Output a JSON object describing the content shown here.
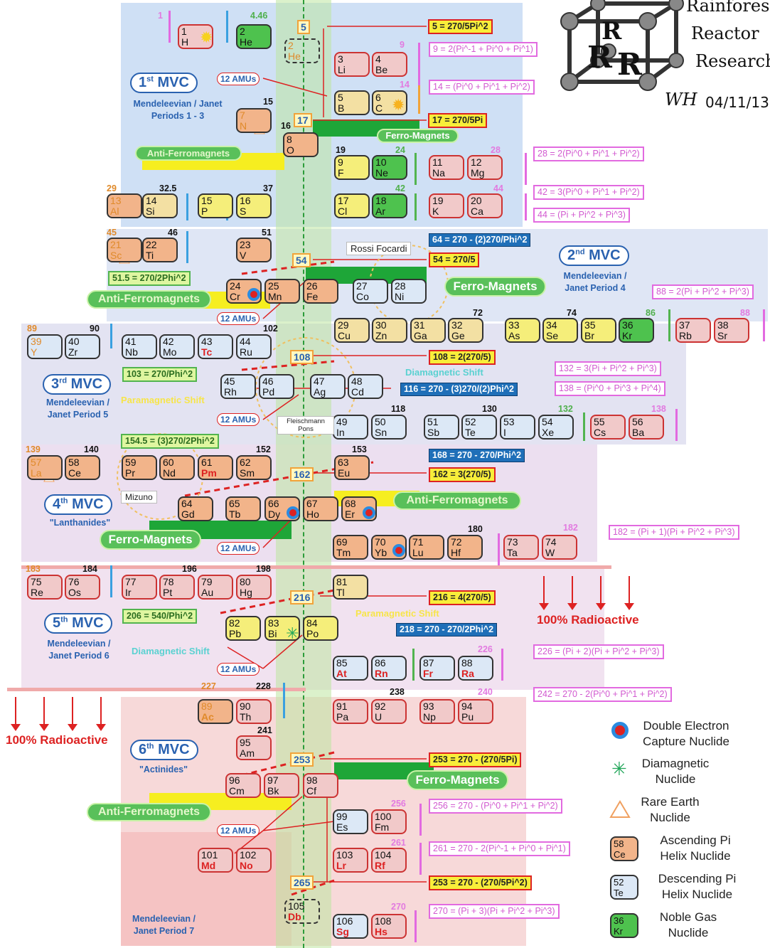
{
  "header": {
    "title_lines": [
      "Rainforest",
      "Reactor",
      "Research"
    ],
    "signature": "WH",
    "date": "04/11/13"
  },
  "mvc": [
    {
      "label": "1st MVC",
      "sub": "Mendeleevian / Janet Periods 1 - 3"
    },
    {
      "label": "2nd MVC",
      "sub": "Mendeleevian / Janet Period 4"
    },
    {
      "label": "3rd MVC",
      "sub": "Mendeleevian / Janet Period 5"
    },
    {
      "label": "4th MVC",
      "sub": "\"Lanthanides\""
    },
    {
      "label": "5th MVC",
      "sub": "Mendeleevian / Janet Period 6"
    },
    {
      "label": "6th MVC",
      "sub": "\"Actinides\""
    }
  ],
  "period7_label": "Mendeleevian / Janet Period 7",
  "elements": [
    {
      "z": "1",
      "s": "H",
      "t": "pink"
    },
    {
      "z": "2",
      "s": "He",
      "t": "noble"
    },
    {
      "z": "3",
      "s": "Li",
      "t": "pink"
    },
    {
      "z": "4",
      "s": "Be",
      "t": "pink"
    },
    {
      "z": "5",
      "s": "B",
      "t": "pale"
    },
    {
      "z": "6",
      "s": "C",
      "t": "pale"
    },
    {
      "z": "7",
      "s": "N",
      "t": "asc"
    },
    {
      "z": "8",
      "s": "O",
      "t": "asc"
    },
    {
      "z": "9",
      "s": "F",
      "t": "yellow"
    },
    {
      "z": "10",
      "s": "Ne",
      "t": "noble"
    },
    {
      "z": "11",
      "s": "Na",
      "t": "pink"
    },
    {
      "z": "12",
      "s": "Mg",
      "t": "pink"
    },
    {
      "z": "13",
      "s": "Al",
      "t": "asc"
    },
    {
      "z": "14",
      "s": "Si",
      "t": "pale"
    },
    {
      "z": "15",
      "s": "P",
      "t": "yellow"
    },
    {
      "z": "16",
      "s": "S",
      "t": "yellow"
    },
    {
      "z": "17",
      "s": "Cl",
      "t": "yellow"
    },
    {
      "z": "18",
      "s": "Ar",
      "t": "noble"
    },
    {
      "z": "19",
      "s": "K",
      "t": "pink"
    },
    {
      "z": "20",
      "s": "Ca",
      "t": "pink"
    },
    {
      "z": "21",
      "s": "Sc",
      "t": "asc"
    },
    {
      "z": "22",
      "s": "Ti",
      "t": "asc"
    },
    {
      "z": "23",
      "s": "V",
      "t": "asc"
    },
    {
      "z": "24",
      "s": "Cr",
      "t": "asc"
    },
    {
      "z": "25",
      "s": "Mn",
      "t": "asc"
    },
    {
      "z": "26",
      "s": "Fe",
      "t": "asc"
    },
    {
      "z": "27",
      "s": "Co",
      "t": "desc"
    },
    {
      "z": "28",
      "s": "Ni",
      "t": "desc"
    },
    {
      "z": "29",
      "s": "Cu",
      "t": "pale"
    },
    {
      "z": "30",
      "s": "Zn",
      "t": "pale"
    },
    {
      "z": "31",
      "s": "Ga",
      "t": "pale"
    },
    {
      "z": "32",
      "s": "Ge",
      "t": "pale"
    },
    {
      "z": "33",
      "s": "As",
      "t": "yellow"
    },
    {
      "z": "34",
      "s": "Se",
      "t": "yellow"
    },
    {
      "z": "35",
      "s": "Br",
      "t": "yellow"
    },
    {
      "z": "36",
      "s": "Kr",
      "t": "noble"
    },
    {
      "z": "37",
      "s": "Rb",
      "t": "pink"
    },
    {
      "z": "38",
      "s": "Sr",
      "t": "pink"
    },
    {
      "z": "39",
      "s": "Y",
      "t": "desc"
    },
    {
      "z": "40",
      "s": "Zr",
      "t": "desc"
    },
    {
      "z": "41",
      "s": "Nb",
      "t": "desc"
    },
    {
      "z": "42",
      "s": "Mo",
      "t": "desc"
    },
    {
      "z": "43",
      "s": "Tc",
      "t": "desc"
    },
    {
      "z": "44",
      "s": "Ru",
      "t": "desc"
    },
    {
      "z": "45",
      "s": "Rh",
      "t": "desc"
    },
    {
      "z": "46",
      "s": "Pd",
      "t": "desc"
    },
    {
      "z": "47",
      "s": "Ag",
      "t": "desc"
    },
    {
      "z": "48",
      "s": "Cd",
      "t": "desc"
    },
    {
      "z": "49",
      "s": "In",
      "t": "desc"
    },
    {
      "z": "50",
      "s": "Sn",
      "t": "desc"
    },
    {
      "z": "51",
      "s": "Sb",
      "t": "desc"
    },
    {
      "z": "52",
      "s": "Te",
      "t": "desc"
    },
    {
      "z": "53",
      "s": "I",
      "t": "desc"
    },
    {
      "z": "54",
      "s": "Xe",
      "t": "desc"
    },
    {
      "z": "55",
      "s": "Cs",
      "t": "pink"
    },
    {
      "z": "56",
      "s": "Ba",
      "t": "pink"
    },
    {
      "z": "57",
      "s": "La",
      "t": "asc"
    },
    {
      "z": "58",
      "s": "Ce",
      "t": "asc"
    },
    {
      "z": "59",
      "s": "Pr",
      "t": "asc"
    },
    {
      "z": "60",
      "s": "Nd",
      "t": "asc"
    },
    {
      "z": "61",
      "s": "Pm",
      "t": "asc"
    },
    {
      "z": "62",
      "s": "Sm",
      "t": "asc"
    },
    {
      "z": "63",
      "s": "Eu",
      "t": "asc"
    },
    {
      "z": "64",
      "s": "Gd",
      "t": "asc"
    },
    {
      "z": "65",
      "s": "Tb",
      "t": "asc"
    },
    {
      "z": "66",
      "s": "Dy",
      "t": "asc"
    },
    {
      "z": "67",
      "s": "Ho",
      "t": "asc"
    },
    {
      "z": "68",
      "s": "Er",
      "t": "asc"
    },
    {
      "z": "69",
      "s": "Tm",
      "t": "asc"
    },
    {
      "z": "70",
      "s": "Yb",
      "t": "asc"
    },
    {
      "z": "71",
      "s": "Lu",
      "t": "asc"
    },
    {
      "z": "72",
      "s": "Hf",
      "t": "asc"
    },
    {
      "z": "73",
      "s": "Ta",
      "t": "pink"
    },
    {
      "z": "74",
      "s": "W",
      "t": "pink"
    },
    {
      "z": "75",
      "s": "Re",
      "t": "pink"
    },
    {
      "z": "76",
      "s": "Os",
      "t": "pink"
    },
    {
      "z": "77",
      "s": "Ir",
      "t": "pink"
    },
    {
      "z": "78",
      "s": "Pt",
      "t": "pink"
    },
    {
      "z": "79",
      "s": "Au",
      "t": "pink"
    },
    {
      "z": "80",
      "s": "Hg",
      "t": "pink"
    },
    {
      "z": "81",
      "s": "Tl",
      "t": "pale"
    },
    {
      "z": "82",
      "s": "Pb",
      "t": "yellow"
    },
    {
      "z": "83",
      "s": "Bi",
      "t": "yellow"
    },
    {
      "z": "84",
      "s": "Po",
      "t": "yellow"
    },
    {
      "z": "85",
      "s": "At",
      "t": "desc"
    },
    {
      "z": "86",
      "s": "Rn",
      "t": "desc"
    },
    {
      "z": "87",
      "s": "Fr",
      "t": "desc"
    },
    {
      "z": "88",
      "s": "Ra",
      "t": "desc"
    },
    {
      "z": "89",
      "s": "Ac",
      "t": "asc"
    },
    {
      "z": "90",
      "s": "Th",
      "t": "pink"
    },
    {
      "z": "91",
      "s": "Pa",
      "t": "pink"
    },
    {
      "z": "92",
      "s": "U",
      "t": "pink"
    },
    {
      "z": "93",
      "s": "Np",
      "t": "pink"
    },
    {
      "z": "94",
      "s": "Pu",
      "t": "pink"
    },
    {
      "z": "95",
      "s": "Am",
      "t": "pink"
    },
    {
      "z": "96",
      "s": "Cm",
      "t": "pink"
    },
    {
      "z": "97",
      "s": "Bk",
      "t": "pink"
    },
    {
      "z": "98",
      "s": "Cf",
      "t": "pink"
    },
    {
      "z": "99",
      "s": "Es",
      "t": "desc"
    },
    {
      "z": "100",
      "s": "Fm",
      "t": "pink"
    },
    {
      "z": "101",
      "s": "Md",
      "t": "pink"
    },
    {
      "z": "102",
      "s": "No",
      "t": "pink"
    },
    {
      "z": "103",
      "s": "Lr",
      "t": "pink"
    },
    {
      "z": "104",
      "s": "Rf",
      "t": "pink"
    },
    {
      "z": "106",
      "s": "Sg",
      "t": "desc"
    },
    {
      "z": "108",
      "s": "Hs",
      "t": "pink"
    }
  ],
  "ghosts": [
    {
      "z": "2",
      "s": "He"
    },
    {
      "z": "105",
      "s": "Db"
    }
  ],
  "yellow_formulas": [
    "5 = 270/5Pi^2",
    "17 = 270/5Pi",
    "54 = 270/5",
    "108 = 2(270/5)",
    "162 = 3(270/5)",
    "216 = 4(270/5)",
    "253 = 270 - (270/5Pi)",
    "253 = 270 - (270/5Pi^2)"
  ],
  "blue_formulas": [
    "64 = 270 - (2)270/Phi^2",
    "116 = 270 - (3)270/(2)Phi^2",
    "168 = 270 - 270/Phi^2",
    "218 = 270 - 270/2Phi^2"
  ],
  "green_formulas": [
    "51.5 = 270/2Phi^2",
    "103 = 270/Phi^2",
    "154.5 = (3)270/2Phi^2",
    "206 = 540/Phi^2"
  ],
  "magenta_formulas": [
    "9 = 2(Pi^-1 + Pi^0 + Pi^1)",
    "14 = (Pi^0 + Pi^1 + Pi^2)",
    "28 = 2(Pi^0 + Pi^1 + Pi^2)",
    "42 = 3(Pi^0 + Pi^1 + Pi^2)",
    "44 = (Pi + Pi^2 + Pi^3)",
    "88 = 2(Pi + Pi^2 + Pi^3)",
    "132 = 3(Pi + Pi^2 + Pi^3)",
    "138 = (Pi^0 + Pi^3 + Pi^4)",
    "182 = (Pi + 1)(Pi + Pi^2 + Pi^3)",
    "226 = (Pi + 2)(Pi + Pi^2 + Pi^3)",
    "242 = 270 - 2(Pi^0 + Pi^1 + Pi^2)",
    "256 = 270 - (Pi^0 + Pi^1 + Pi^2)",
    "261 = 270 - 2(Pi^-1 + Pi^0 + Pi^1)",
    "270 = (Pi + 3)(Pi + Pi^2 + Pi^3)"
  ],
  "orange_boxes": [
    "5",
    "17",
    "54",
    "108",
    "162",
    "216",
    "253",
    "265"
  ],
  "ferro_label": "Ferro-Magnets",
  "anti_label": "Anti-Ferromagnets",
  "amu_label": "12 AMUs",
  "diamagnetic_shift": "Diamagnetic Shift",
  "paramagnetic_shift": "Paramagnetic Shift",
  "rossi": "Rossi Focardi",
  "fleischmann": "Fleischmann Pons",
  "mizuno": "Mizuno",
  "radioactive": "100% Radioactive",
  "numbers": {
    "black": [
      "15",
      "16",
      "19",
      "32.5",
      "37",
      "46",
      "51",
      "72",
      "74",
      "90",
      "102",
      "118",
      "130",
      "140",
      "152",
      "153",
      "180",
      "184",
      "196",
      "198",
      "228",
      "238",
      "241"
    ],
    "orange": [
      "29",
      "45",
      "89",
      "139",
      "183",
      "227"
    ],
    "green": [
      "4.46",
      "24",
      "42",
      "86",
      "132"
    ],
    "magenta": [
      "1",
      "9",
      "14",
      "28",
      "44",
      "88",
      "138",
      "182",
      "226",
      "240",
      "256",
      "261",
      "270"
    ]
  },
  "legend": [
    {
      "icon": "double-electron-capture",
      "label": "Double Electron Capture Nuclide"
    },
    {
      "icon": "diamagnetic",
      "label": "Diamagnetic Nuclide"
    },
    {
      "icon": "rare-earth",
      "label": "Rare Earth Nuclide"
    },
    {
      "icon": "ascending",
      "z": "58",
      "s": "Ce",
      "label": "Ascending Pi Helix Nuclide"
    },
    {
      "icon": "descending",
      "z": "52",
      "s": "Te",
      "label": "Descending Pi Helix Nuclide"
    },
    {
      "icon": "noble",
      "z": "36",
      "s": "Kr",
      "label": "Noble Gas Nuclide"
    }
  ],
  "colors": {
    "mvc_blue": "#2a62b0",
    "green_bar": "#1ea638",
    "yellow_bar": "#f6ee20",
    "red": "#d22",
    "magenta": "#e26ae0"
  }
}
